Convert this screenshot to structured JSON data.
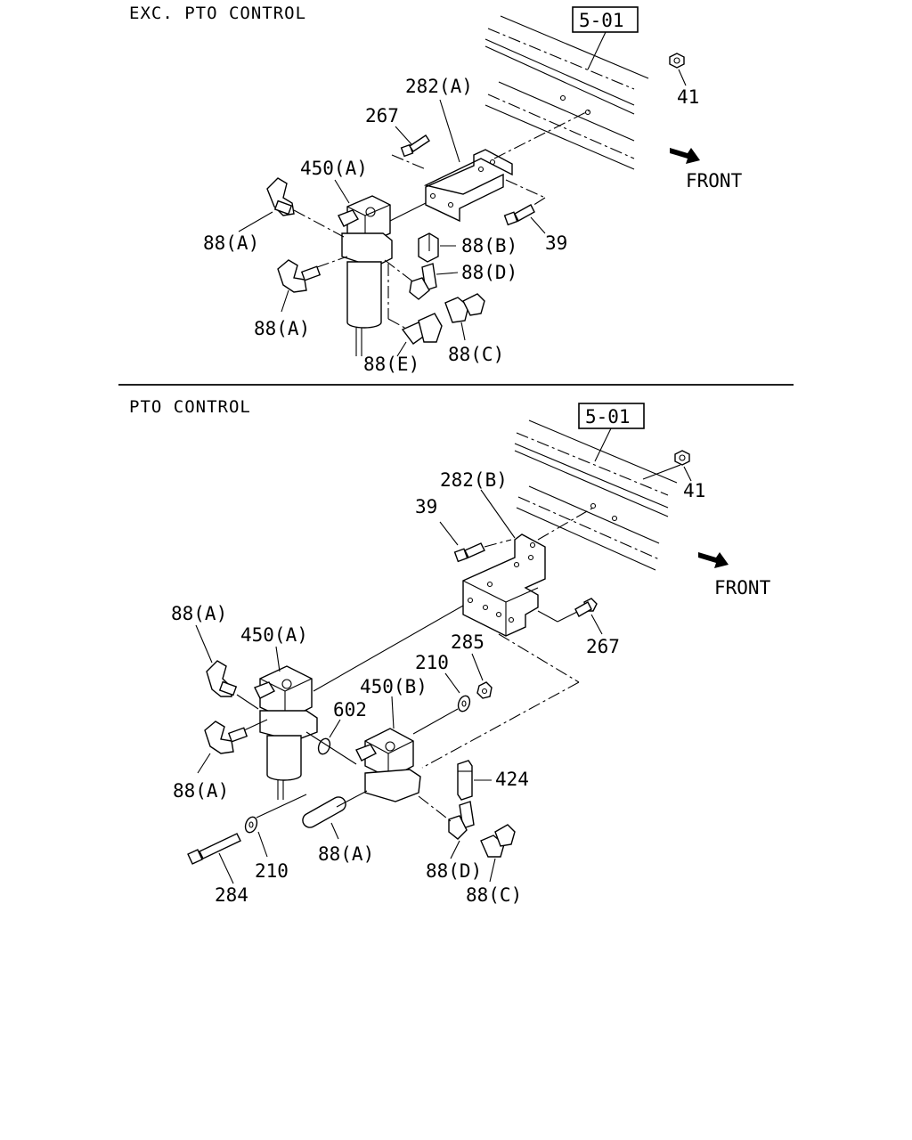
{
  "sections": {
    "top_title": "EXC. PTO CONTROL",
    "bottom_title": "PTO CONTROL"
  },
  "references": {
    "top": "5-01",
    "bottom": "5-01"
  },
  "directions": {
    "top_front": "FRONT",
    "bottom_front": "FRONT"
  },
  "top_callouts": {
    "c282A": "282(A)",
    "c267": "267",
    "c450A": "450(A)",
    "c41": "41",
    "c88A_upper": "88(A)",
    "c88B": "88(B)",
    "c39": "39",
    "c88D": "88(D)",
    "c88A_lower": "88(A)",
    "c88C": "88(C)",
    "c88E": "88(E)"
  },
  "bottom_callouts": {
    "c282B": "282(B)",
    "c39": "39",
    "c41": "41",
    "c88A_upper": "88(A)",
    "c450A": "450(A)",
    "c267": "267",
    "c285": "285",
    "c210_upper": "210",
    "c450B": "450(B)",
    "c602": "602",
    "c88A_mid": "88(A)",
    "c424": "424",
    "c88A_lower": "88(A)",
    "c210_lower": "210",
    "c284": "284",
    "c88D": "88(D)",
    "c88C": "88(C)"
  }
}
